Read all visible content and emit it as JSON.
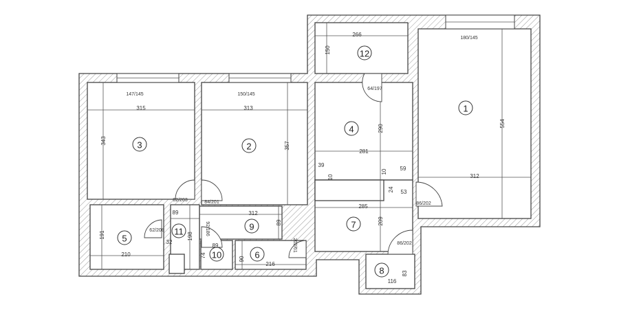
{
  "plan": {
    "rooms": [
      {
        "number": "1"
      },
      {
        "number": "2"
      },
      {
        "number": "3"
      },
      {
        "number": "4"
      },
      {
        "number": "5"
      },
      {
        "number": "6"
      },
      {
        "number": "7"
      },
      {
        "number": "8"
      },
      {
        "number": "9"
      },
      {
        "number": "10"
      },
      {
        "number": "11"
      },
      {
        "number": "12"
      }
    ],
    "dimensions": [
      "147/145",
      "315",
      "343",
      "150/145",
      "313",
      "357",
      "266",
      "150",
      "64/197",
      "290",
      "281",
      "39",
      "10",
      "10",
      "59",
      "24",
      "53",
      "180/145",
      "554",
      "312",
      "86/202",
      "285",
      "209",
      "86/202",
      "116",
      "83",
      "82/203",
      "84/201",
      "89",
      "312",
      "89",
      "62/208",
      "32",
      "198",
      "191",
      "210",
      "92/186",
      "89",
      "74",
      "90",
      "216",
      "202/61"
    ],
    "colors": {
      "wall_stroke": "#444444",
      "hatch": "#999999",
      "background": "#ffffff"
    }
  }
}
